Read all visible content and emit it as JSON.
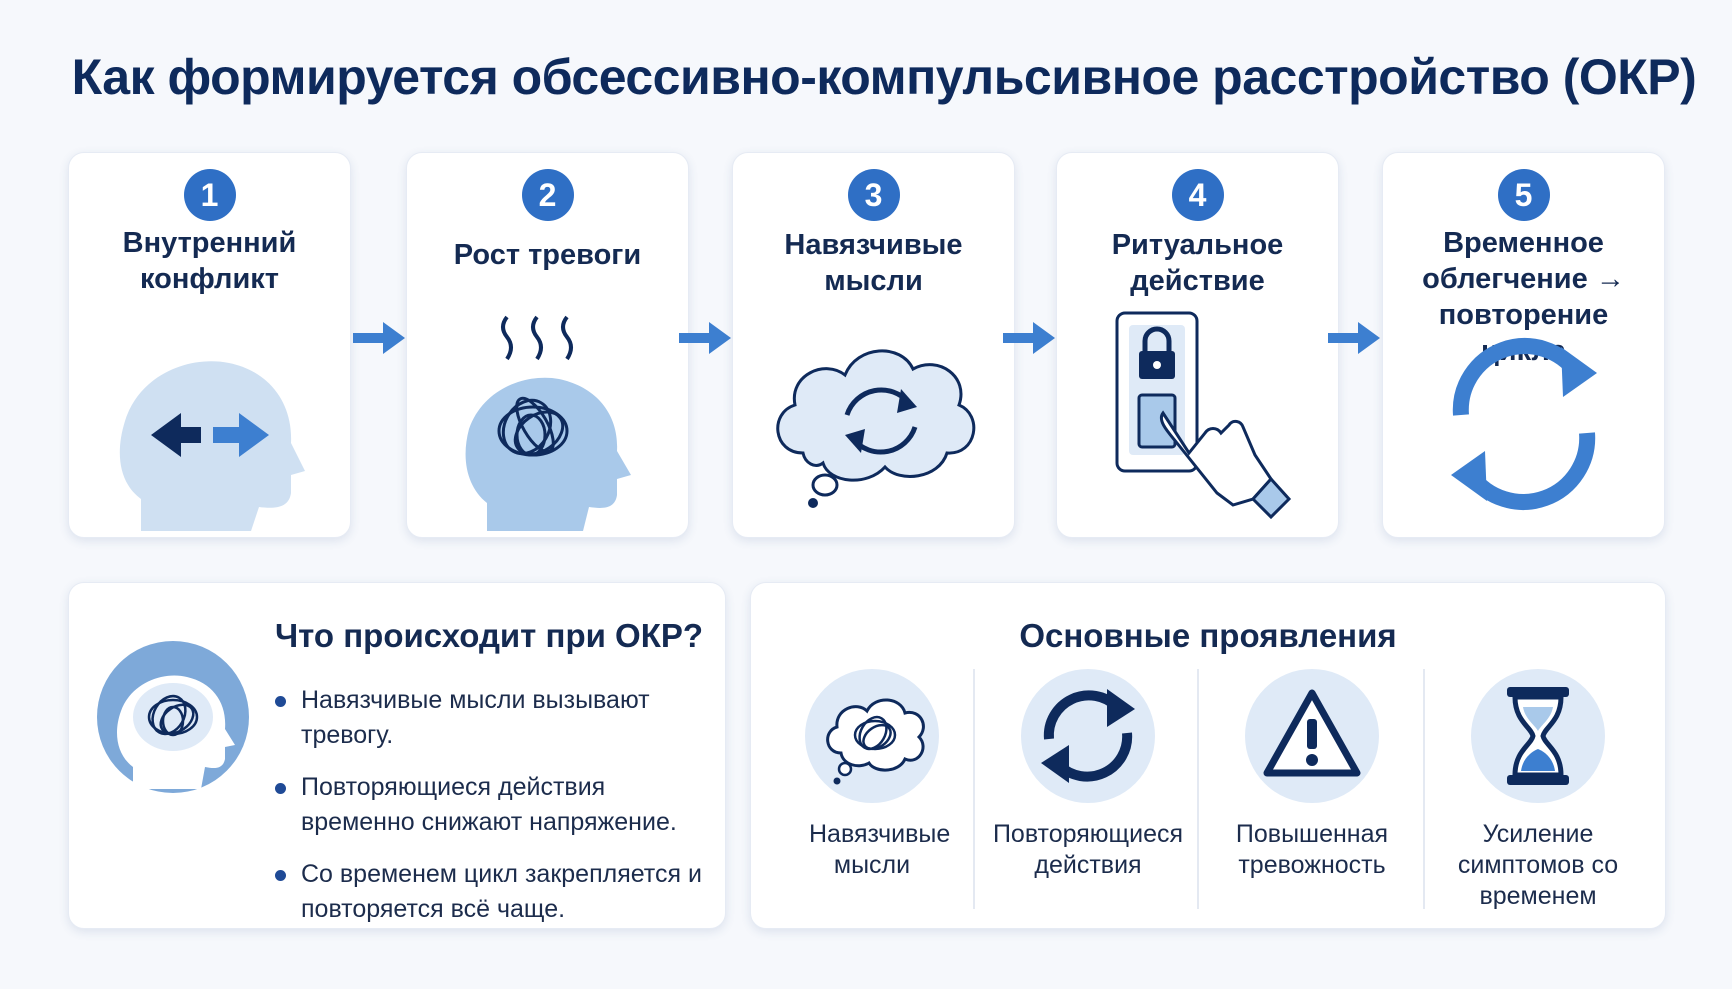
{
  "title": "Как формируется обсессивно-компульсивное расстройство (ОКР)",
  "steps": [
    {
      "num": "1",
      "label": "Внутренний конфликт",
      "icon": "head-arrows-icon"
    },
    {
      "num": "2",
      "label": "Рост тревоги",
      "icon": "head-tangle-icon"
    },
    {
      "num": "3",
      "label": "Навязчивые мысли",
      "icon": "thought-cloud-cycle-icon"
    },
    {
      "num": "4",
      "label": "Ритуальное действие",
      "icon": "hand-lock-icon"
    },
    {
      "num": "5",
      "label": "Временное облегчение → повторение цикла",
      "icon": "cycle-arrows-icon"
    }
  ],
  "what_happens": {
    "heading": "Что происходит при ОКР?",
    "bullets": [
      "Навязчивые мысли вызывают тревогу.",
      "Повторяющиеся действия временно снижают напряжение.",
      "Со временем цикл закрепляется и повторяется всё чаще."
    ]
  },
  "manifestations": {
    "heading": "Основные проявления",
    "items": [
      {
        "label": "Навязчивые мысли",
        "icon": "thought-tangle-icon"
      },
      {
        "label": "Повторяющиеся действия",
        "icon": "repeat-icon"
      },
      {
        "label": "Повышенная тревожность",
        "icon": "warning-icon"
      },
      {
        "label": "Усиление симптомов со временем",
        "icon": "hourglass-icon"
      }
    ]
  },
  "colors": {
    "accent": "#2f6fc5",
    "dark": "#142a52",
    "light_blue": "#dfeaf7"
  }
}
